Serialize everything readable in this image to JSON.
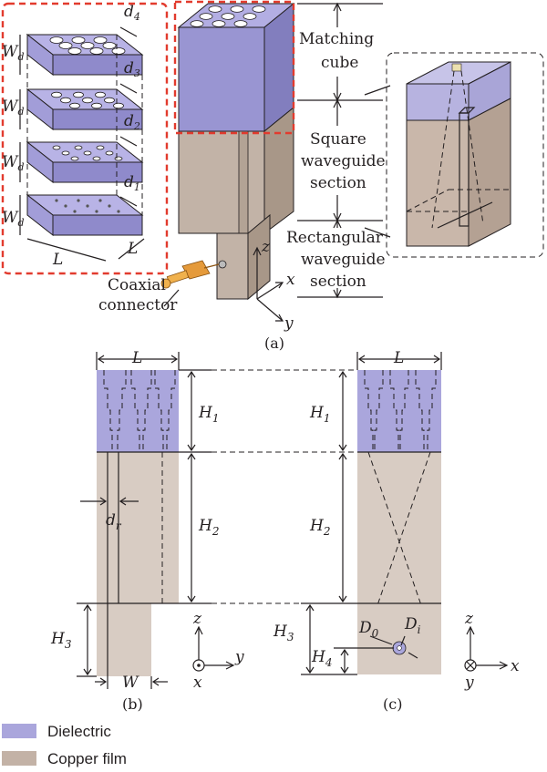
{
  "colors": {
    "dielectric": "#aaa6dc",
    "copper": "#d8ccc3",
    "copper_dark": "#bfb0a5",
    "red_dash": "#e23b2e",
    "connector": "#e59a3a"
  },
  "panel_a": {
    "caption": "(a)",
    "layer_width_label": "W",
    "layer_width_sub": "d",
    "diameters": [
      {
        "main": "d",
        "sub": "4"
      },
      {
        "main": "d",
        "sub": "3"
      },
      {
        "main": "d",
        "sub": "2"
      },
      {
        "main": "d",
        "sub": "1"
      }
    ],
    "cube_size_label": "L",
    "side_labels": {
      "matching_line1": "Matching",
      "matching_line2": "cube",
      "square_line1": "Square",
      "square_line2": "waveguide",
      "square_line3": "section",
      "rect_line1": "Rectangular",
      "rect_line2": "waveguide",
      "rect_line3": "section"
    },
    "coax_line1": "Coaxial",
    "coax_line2": "connector",
    "axes": {
      "z": "z",
      "x": "x",
      "y": "y"
    }
  },
  "panel_b": {
    "caption": "(b)",
    "L": "L",
    "H1": {
      "main": "H",
      "sub": "1"
    },
    "H2": {
      "main": "H",
      "sub": "2"
    },
    "H3": {
      "main": "H",
      "sub": "3"
    },
    "dr": {
      "main": "d",
      "sub": "r"
    },
    "W": "W",
    "axes": {
      "z": "z",
      "y": "y",
      "x": "x"
    }
  },
  "panel_c": {
    "caption": "(c)",
    "L": "L",
    "H1": {
      "main": "H",
      "sub": "1"
    },
    "H2": {
      "main": "H",
      "sub": "2"
    },
    "H3": {
      "main": "H",
      "sub": "3"
    },
    "H4": {
      "main": "H",
      "sub": "4"
    },
    "D0": {
      "main": "D",
      "sub": "0"
    },
    "Di": {
      "main": "D",
      "sub": "i"
    },
    "axes": {
      "z": "z",
      "x": "x",
      "y": "y"
    }
  },
  "legend": [
    {
      "label": "Dielectric",
      "color_key": "dielectric"
    },
    {
      "label": "Copper film",
      "color_key": "copper"
    }
  ]
}
